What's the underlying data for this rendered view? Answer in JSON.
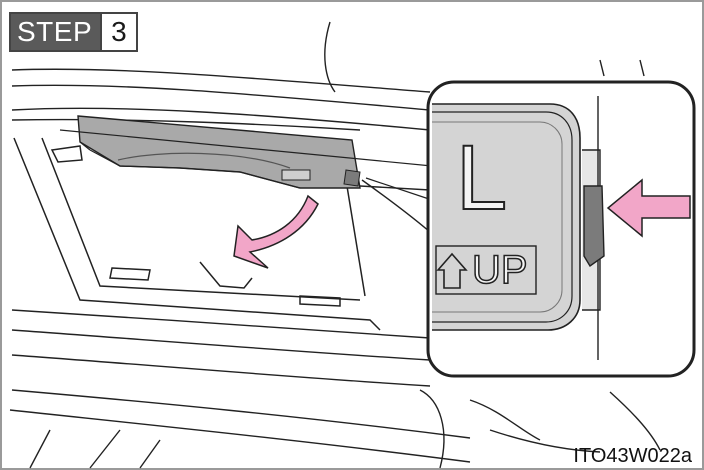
{
  "step": {
    "word": "STEP",
    "number": "3"
  },
  "inset": {
    "tab_letter": "L",
    "tab_up_label": "UP"
  },
  "figure_code": "ITO43W022a",
  "colors": {
    "arrow_fill": "#f2a6c8",
    "panel_gray": "#a9a9a9",
    "panel_dark": "#7b7b7b",
    "frame_border": "#9a9a9a"
  }
}
